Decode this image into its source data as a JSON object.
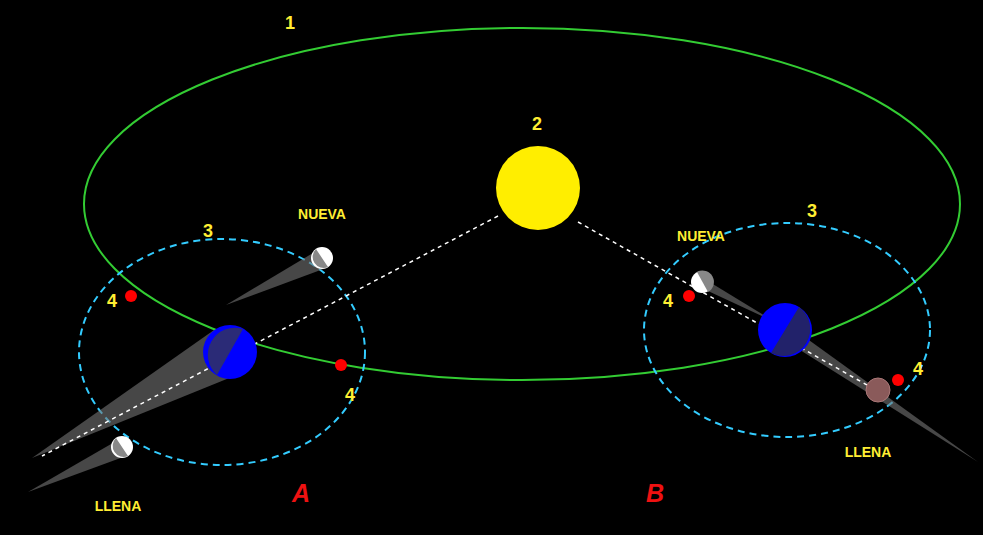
{
  "diagram": {
    "labels": [
      "1",
      "2",
      "NUEVA",
      "3",
      "NUEVA",
      "3",
      "4",
      "4",
      "4",
      "4",
      "LLENA",
      "A",
      "B",
      "LLENA"
    ]
  }
}
